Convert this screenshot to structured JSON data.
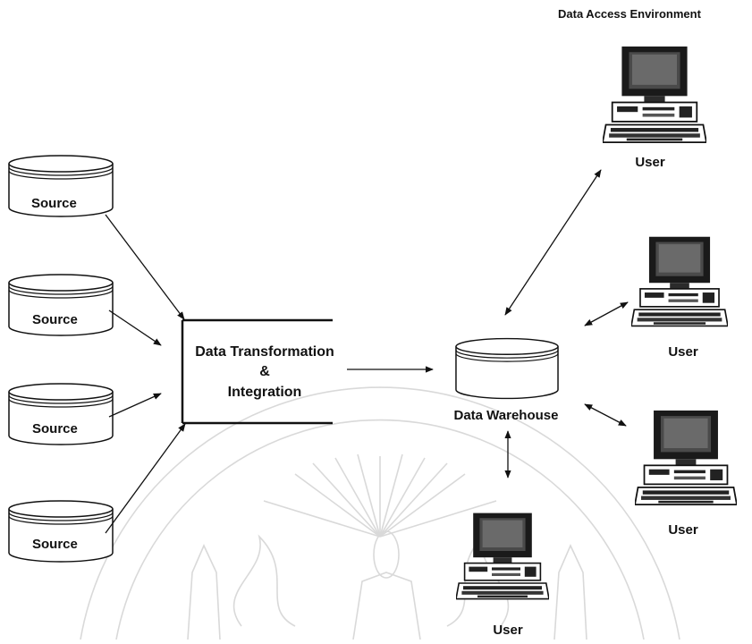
{
  "header": {
    "environment_label": "Data Access Environment"
  },
  "sources": [
    {
      "label": "Source"
    },
    {
      "label": "Source"
    },
    {
      "label": "Source"
    },
    {
      "label": "Source"
    }
  ],
  "transformation": {
    "line1": "Data Transformation",
    "line2": "&",
    "line3": "Integration"
  },
  "warehouse": {
    "label": "Data Warehouse"
  },
  "users": [
    {
      "label": "User"
    },
    {
      "label": "User"
    },
    {
      "label": "User"
    },
    {
      "label": "User"
    }
  ],
  "icons": {
    "source": "database-cylinder-icon",
    "warehouse": "database-cylinder-icon",
    "user": "desktop-computer-icon",
    "watermark": "university-seal-watermark"
  }
}
